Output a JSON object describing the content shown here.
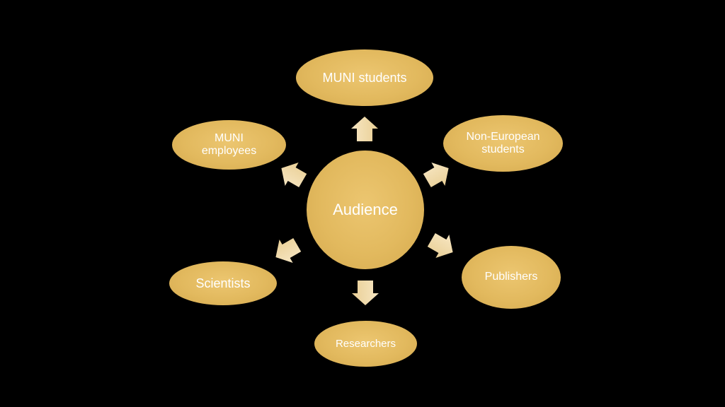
{
  "diagram": {
    "center": {
      "label": "Audience"
    },
    "nodes": [
      {
        "key": "muni_students",
        "label": "MUNI students"
      },
      {
        "key": "muni_employees",
        "label": "MUNI\nemployees"
      },
      {
        "key": "non_european",
        "label": "Non-European\nstudents"
      },
      {
        "key": "scientists",
        "label": "Scientists"
      },
      {
        "key": "publishers",
        "label": "Publishers"
      },
      {
        "key": "researchers",
        "label": "Researchers"
      }
    ]
  },
  "colors": {
    "background": "#000000",
    "node_fill": "#e2b95e",
    "arrow_fill": "#f3ddb0",
    "text": "#ffffff"
  }
}
